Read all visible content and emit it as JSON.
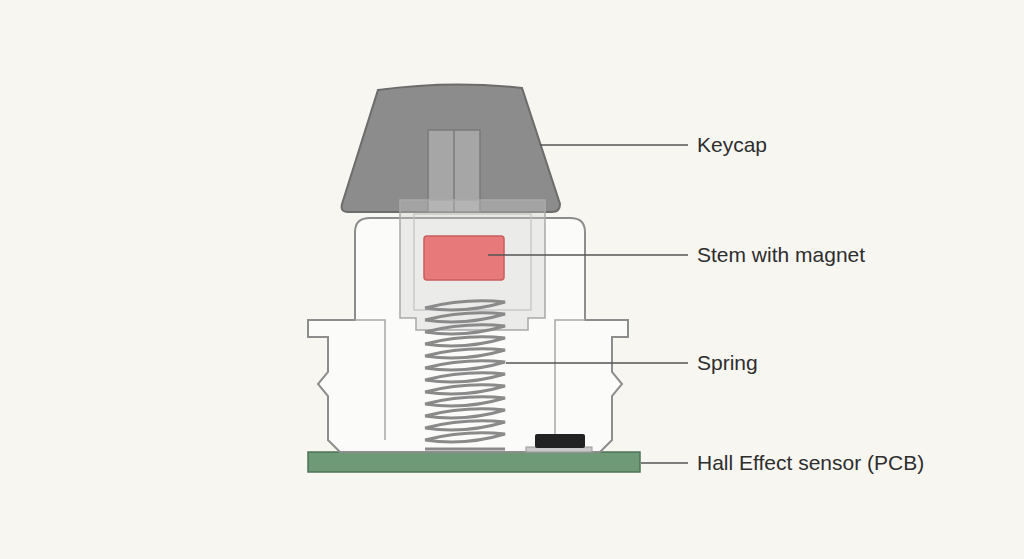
{
  "diagram": {
    "labels": [
      "Keycap",
      "Stem with magnet",
      "Spring",
      "Hall Effect sensor (PCB)"
    ]
  }
}
